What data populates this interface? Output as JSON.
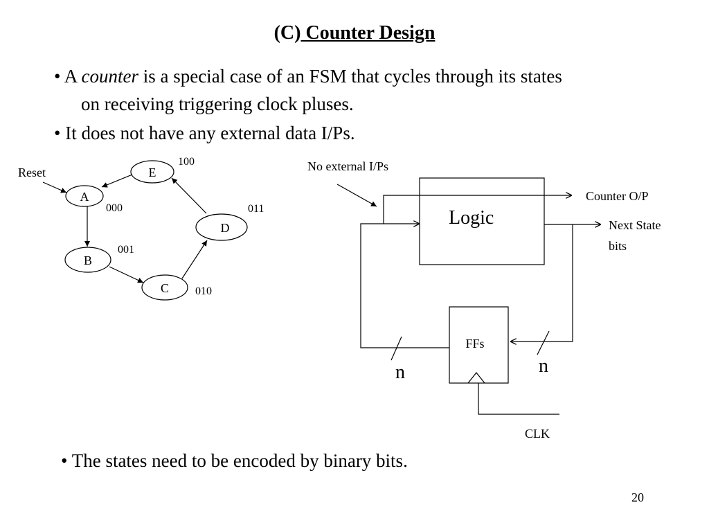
{
  "slide": {
    "title_prefix": "(C)",
    "title_main": " Counter Design",
    "bullet1_a": "• A ",
    "bullet1_em": "counter",
    "bullet1_b": " is a special case of an FSM that cycles through its states",
    "bullet1_cont": "on receiving triggering clock pluses.",
    "bullet2": "• It does not have any external data I/Ps.",
    "bullet3": "• The states need to be encoded by binary bits.",
    "page_number": "20"
  },
  "fsm": {
    "reset_label": "Reset",
    "states": [
      {
        "name": "A",
        "code": "000"
      },
      {
        "name": "B",
        "code": "001"
      },
      {
        "name": "C",
        "code": "010"
      },
      {
        "name": "D",
        "code": "011"
      },
      {
        "name": "E",
        "code": "100"
      }
    ]
  },
  "block": {
    "no_external_label": "No external I/Ps",
    "logic_label": "Logic",
    "counter_out_label": "Counter O/P",
    "next_state_label_1": "Next State",
    "next_state_label_2": "bits",
    "ffs_label": "FFs",
    "n_left": "n",
    "n_right": "n",
    "clk_label": "CLK"
  }
}
